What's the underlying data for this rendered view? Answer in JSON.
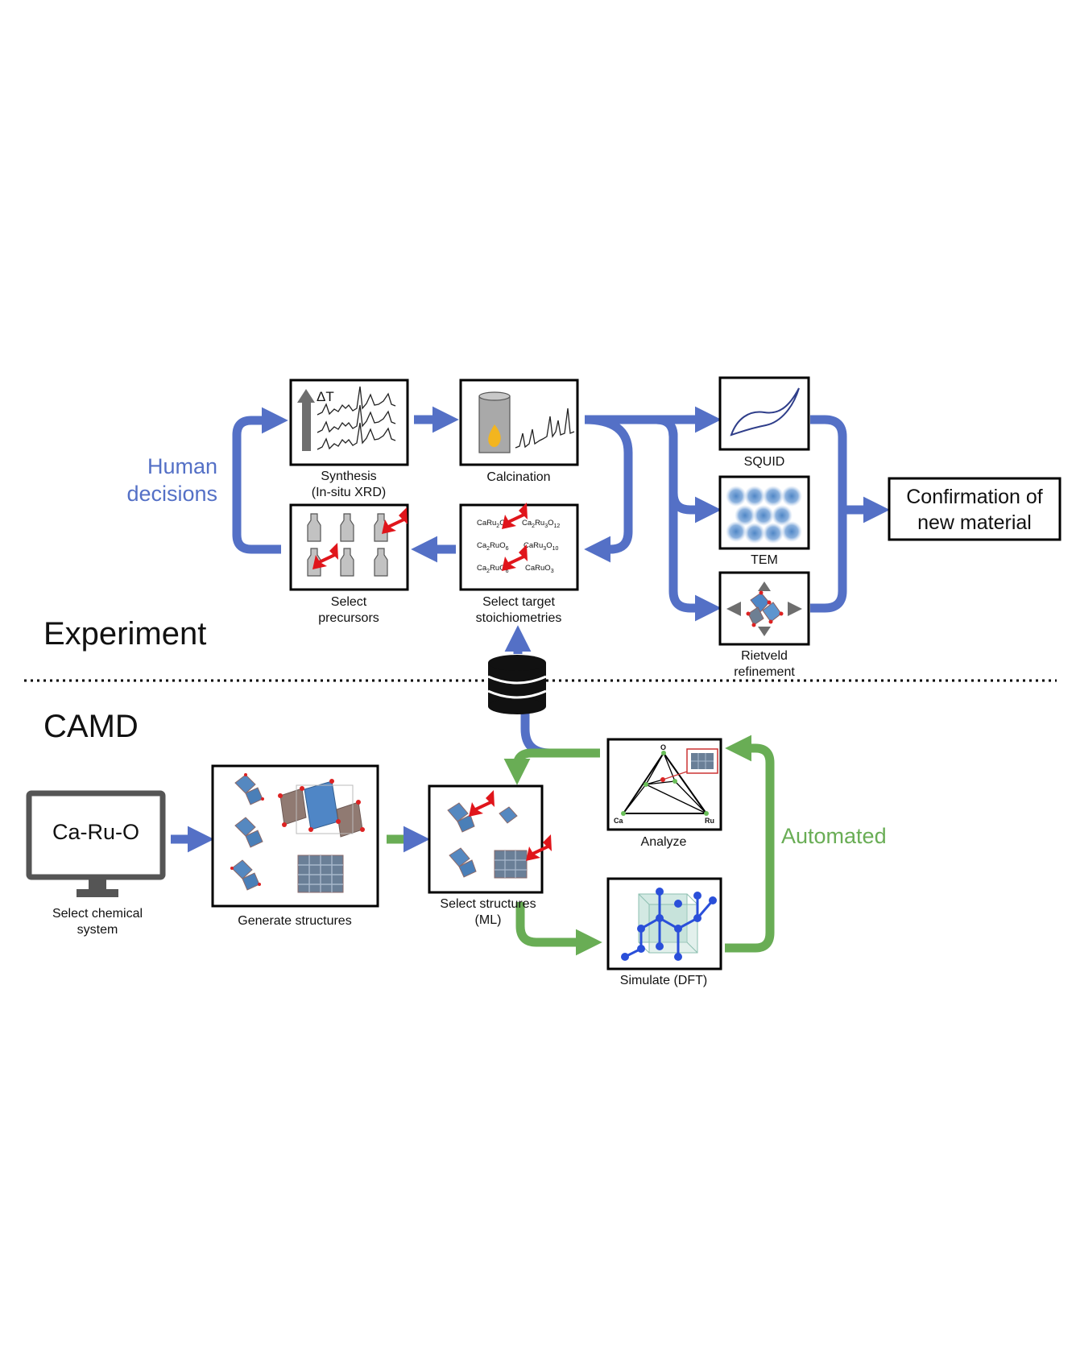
{
  "sections": {
    "experiment": "Experiment",
    "camd": "CAMD"
  },
  "side_labels": {
    "human": [
      "Human",
      "decisions"
    ],
    "automated": "Automated"
  },
  "experiment": {
    "synthesis": {
      "label": [
        "Synthesis",
        "(In-situ XRD)"
      ],
      "delta": "ΔT"
    },
    "calcination": {
      "label": "Calcination"
    },
    "squid": {
      "label": "SQUID"
    },
    "tem": {
      "label": "TEM"
    },
    "rietveld": {
      "label": [
        "Rietveld",
        "refinement"
      ]
    },
    "confirmation": {
      "label": [
        "Confirmation of",
        "new material"
      ]
    },
    "precursors": {
      "label": [
        "Select",
        "precursors"
      ]
    },
    "stoichiometries": {
      "label": [
        "Select target",
        "stoichiometries"
      ],
      "formulas": [
        {
          "base": "CaRu",
          "sub1": "2",
          "mid": "O",
          "sub2": "6"
        },
        {
          "base": "Ca",
          "sub0": "2",
          "mid2": "Ru",
          "sub1": "3",
          "mid": "O",
          "sub2": "12"
        },
        {
          "base": "Ca",
          "sub0": "2",
          "mid2": "RuO",
          "sub2": "6"
        },
        {
          "base": "CaRu",
          "sub1": "3",
          "mid": "O",
          "sub2": "10"
        },
        {
          "base": "Ca",
          "sub0": "2",
          "mid2": "RuO",
          "sub2": "6"
        },
        {
          "base": "CaRuO",
          "sub2": "3"
        }
      ]
    }
  },
  "camd": {
    "system": {
      "label": [
        "Select chemical",
        "system"
      ],
      "screen_text": "Ca-Ru-O"
    },
    "generate": {
      "label": "Generate structures"
    },
    "select_ml": {
      "label": [
        "Select structures",
        "(ML)"
      ]
    },
    "analyze": {
      "label": "Analyze",
      "vertices": [
        "O",
        "Ca",
        "Ru"
      ]
    },
    "simulate": {
      "label": "Simulate (DFT)"
    }
  },
  "colors": {
    "blue": "#5470c6",
    "green": "#69ad55",
    "red": "#e0151b",
    "grey": "#6e6e6e"
  }
}
